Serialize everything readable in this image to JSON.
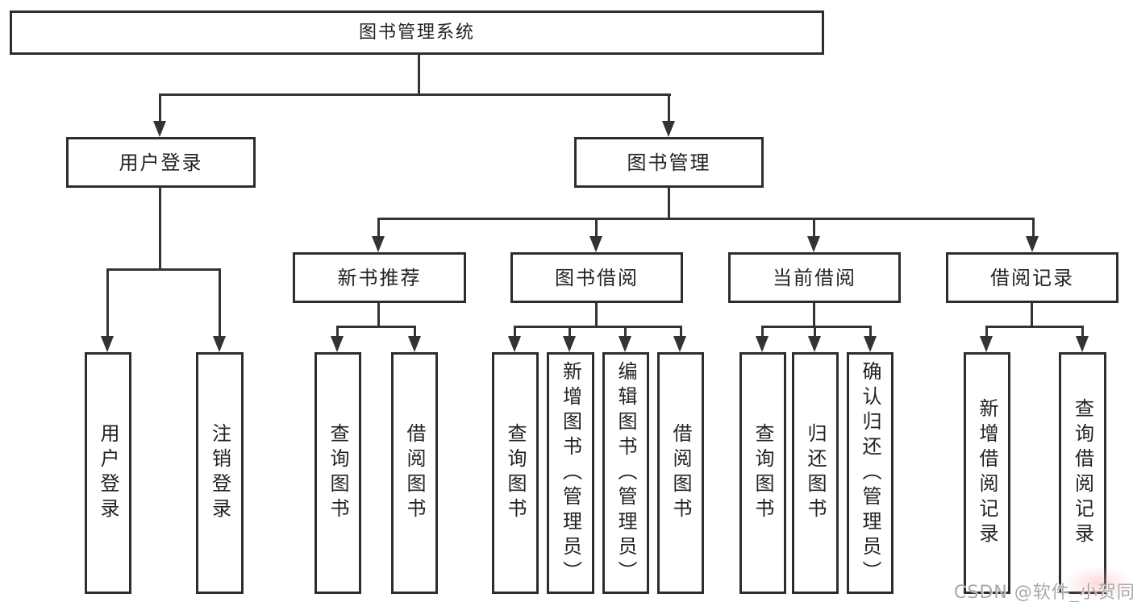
{
  "diagram": {
    "root": {
      "label": "图书管理系统"
    },
    "level2": [
      {
        "label": "用户登录"
      },
      {
        "label": "图书管理"
      }
    ],
    "level3": [
      {
        "label": "新书推荐"
      },
      {
        "label": "图书借阅"
      },
      {
        "label": "当前借阅"
      },
      {
        "label": "借阅记录"
      }
    ],
    "leaves": {
      "userLogin": "用户登录",
      "logoutLogin": "注销登录",
      "queryBookRec": "查询图书",
      "borrowBookRec": "借阅图书",
      "queryBookBorrow": "查询图书",
      "addBookAdmin": "新增图书（管理员）",
      "editBookAdmin": "编辑图书（管理员）",
      "borrowBook": "借阅图书",
      "queryBookCurrent": "查询图书",
      "returnBook": "归还图书",
      "confirmReturnAdmin": "确认归还（管理员）",
      "addBorrowRecord": "新增借阅记录",
      "queryBorrowRecord": "查询借阅记录"
    }
  },
  "watermark": {
    "text": "CSDN @软件_小贺同学"
  },
  "colors": {
    "background": "#ffffff",
    "line": "#333333",
    "box_border": "#2d2d2d",
    "text": "#222222",
    "watermark": "#a8a8a8"
  }
}
